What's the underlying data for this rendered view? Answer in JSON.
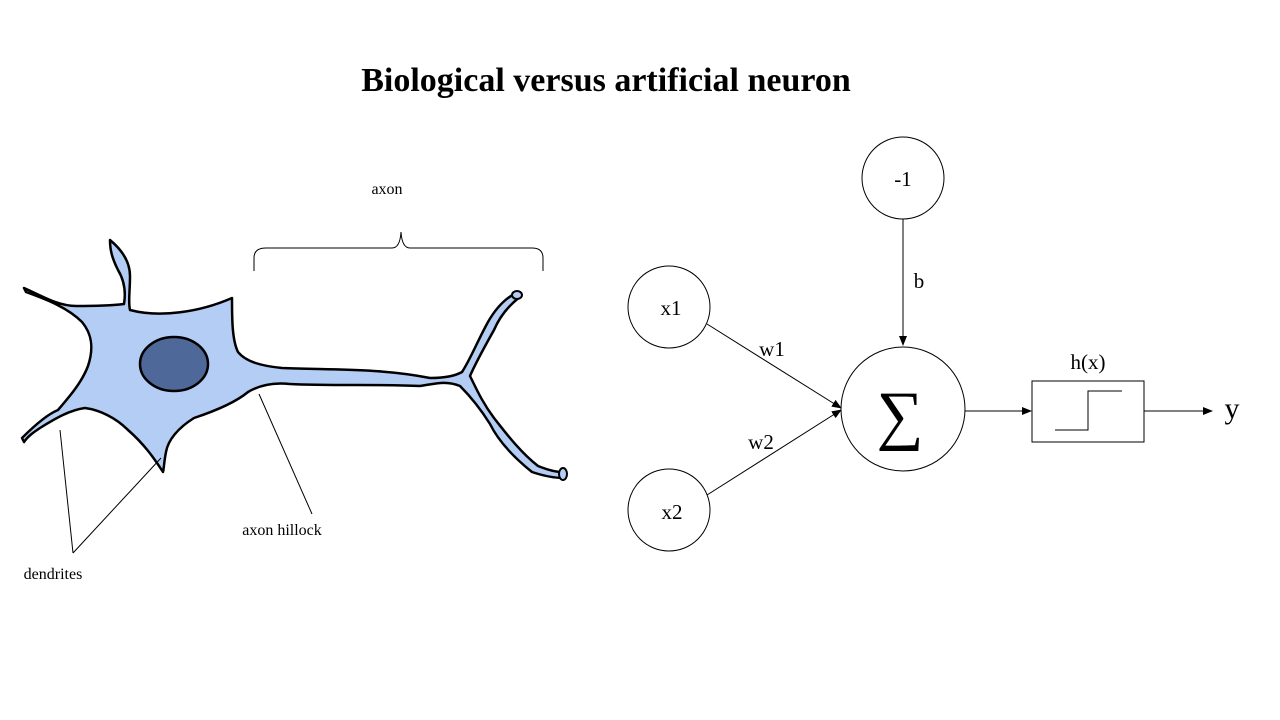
{
  "slide": {
    "title": "Biological versus artificial neuron"
  },
  "biological": {
    "labels": {
      "axon": "axon",
      "axon_hillock": "axon hillock",
      "dendrites": "dendrites"
    },
    "colors": {
      "cell_fill": "#b4cdf5",
      "nucleus_fill": "#4e6899",
      "outline": "#000000"
    }
  },
  "artificial": {
    "inputs": [
      {
        "label": "x1",
        "weight": "w1"
      },
      {
        "label": "x2",
        "weight": "w2"
      }
    ],
    "bias": {
      "label": "-1",
      "weight": "b"
    },
    "sum_symbol": "∑",
    "activation_label": "h(x)",
    "output_label": "y"
  }
}
